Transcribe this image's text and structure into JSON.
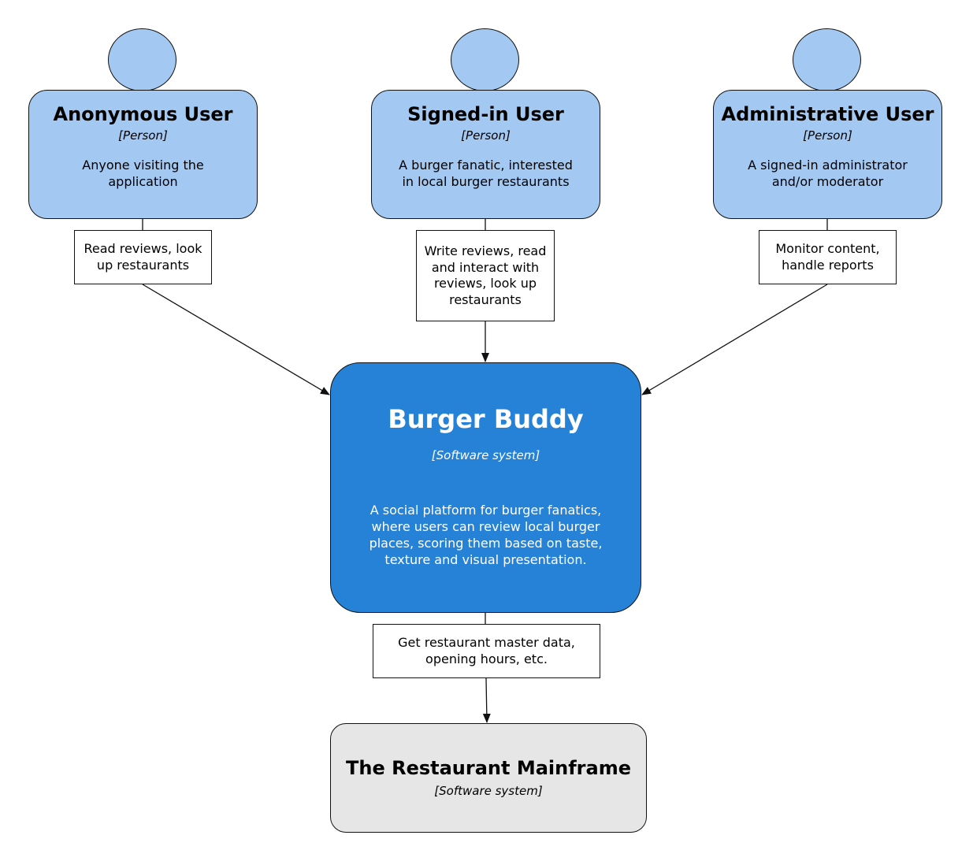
{
  "people": [
    {
      "title": "Anonymous User",
      "kind": "[Person]",
      "desc": "Anyone visiting the application"
    },
    {
      "title": "Signed-in User",
      "kind": "[Person]",
      "desc": "A burger fanatic, interested in local burger restaurants"
    },
    {
      "title": "Administrative User",
      "kind": "[Person]",
      "desc": "A signed-in administrator and/or moderator"
    }
  ],
  "relations": [
    {
      "label": "Read reviews, look up restaurants"
    },
    {
      "label": "Write reviews, read and interact with reviews, look up restaurants"
    },
    {
      "label": "Monitor content, handle reports"
    },
    {
      "label": "Get restaurant master data, opening hours, etc."
    }
  ],
  "system": {
    "title": "Burger Buddy",
    "kind": "[Software system]",
    "desc": "A social platform for burger fanatics, where users can review local burger places, scoring them based on taste, texture and visual presentation."
  },
  "external": {
    "title": "The Restaurant Mainframe",
    "kind": "[Software system]"
  },
  "colors": {
    "person": "#a3c8f2",
    "system": "#2582d6",
    "external": "#e6e6e6",
    "line": "#111111"
  }
}
